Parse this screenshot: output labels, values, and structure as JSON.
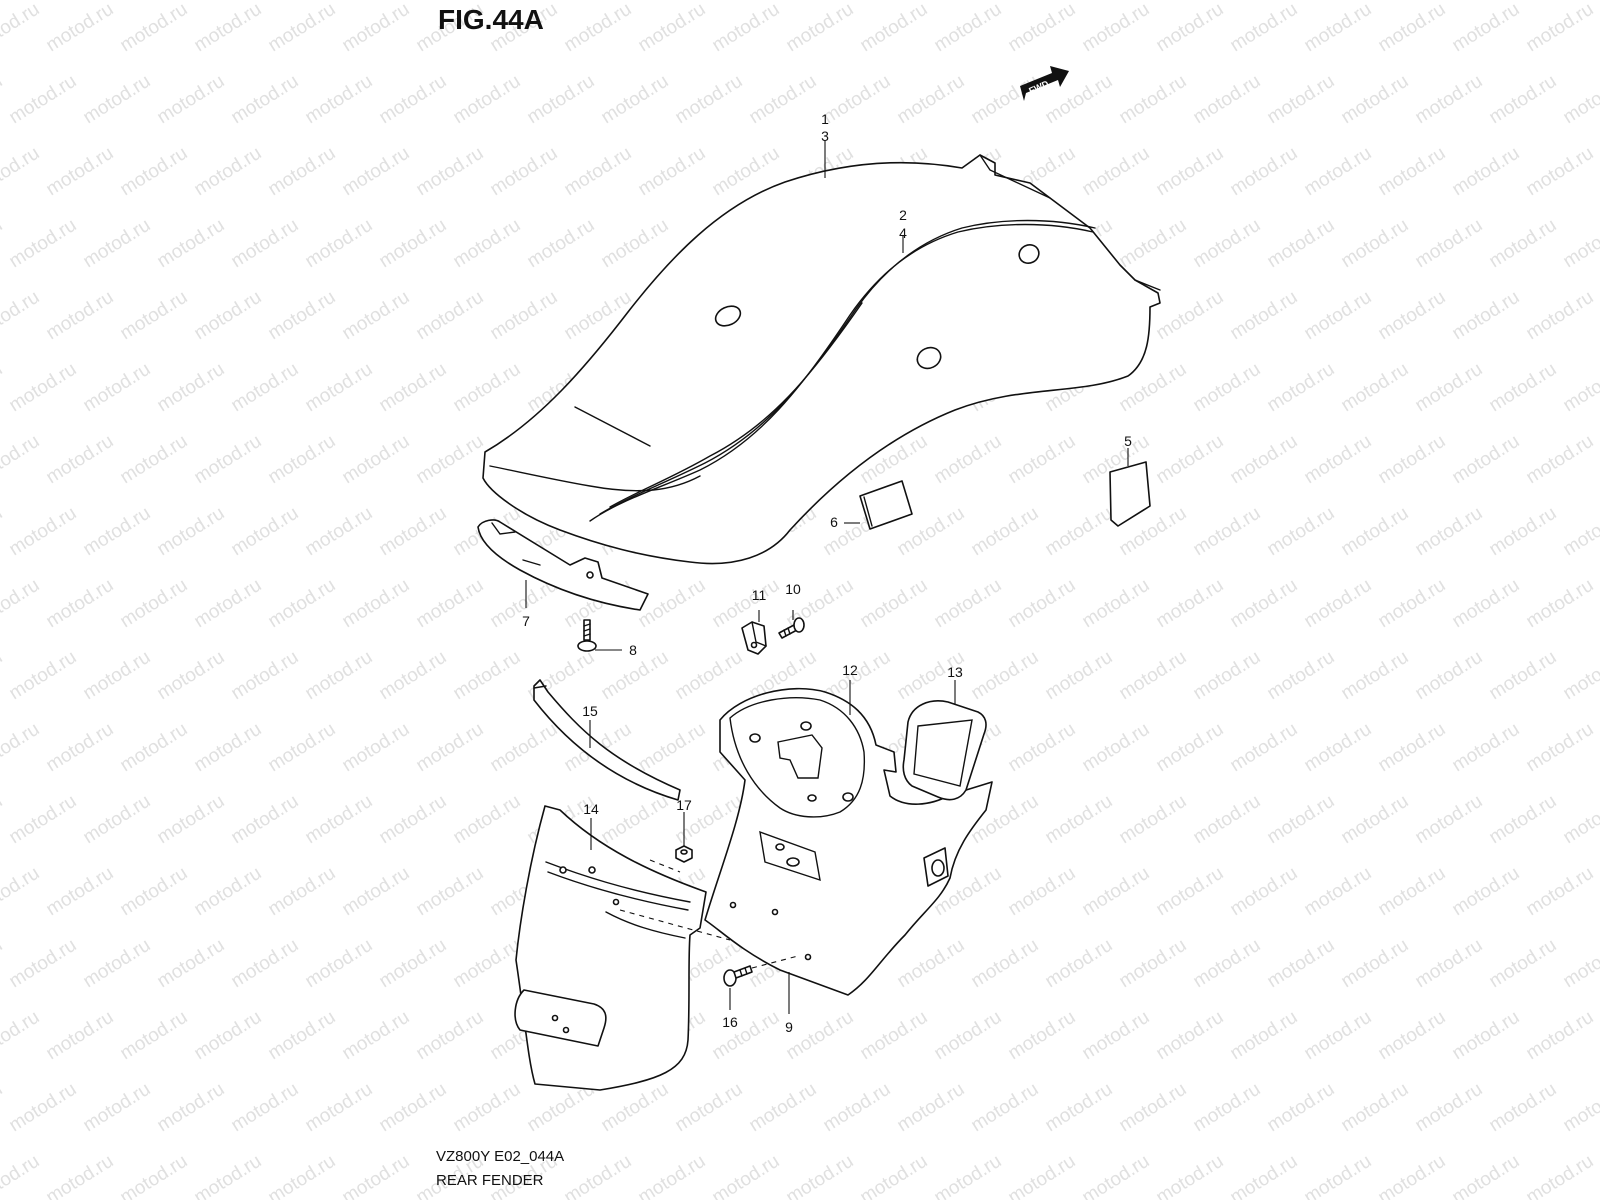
{
  "figure": {
    "title": "FIG.44A",
    "model_code": "VZ800Y E02_044A",
    "section_name": "REAR FENDER",
    "direction_label": "FWD"
  },
  "watermark": {
    "text": "motod.ru",
    "color": "#e0e0e0"
  },
  "callouts": [
    "1",
    "3",
    "2",
    "4",
    "5",
    "6",
    "7",
    "8",
    "9",
    "10",
    "11",
    "12",
    "13",
    "14",
    "15",
    "16",
    "17"
  ]
}
